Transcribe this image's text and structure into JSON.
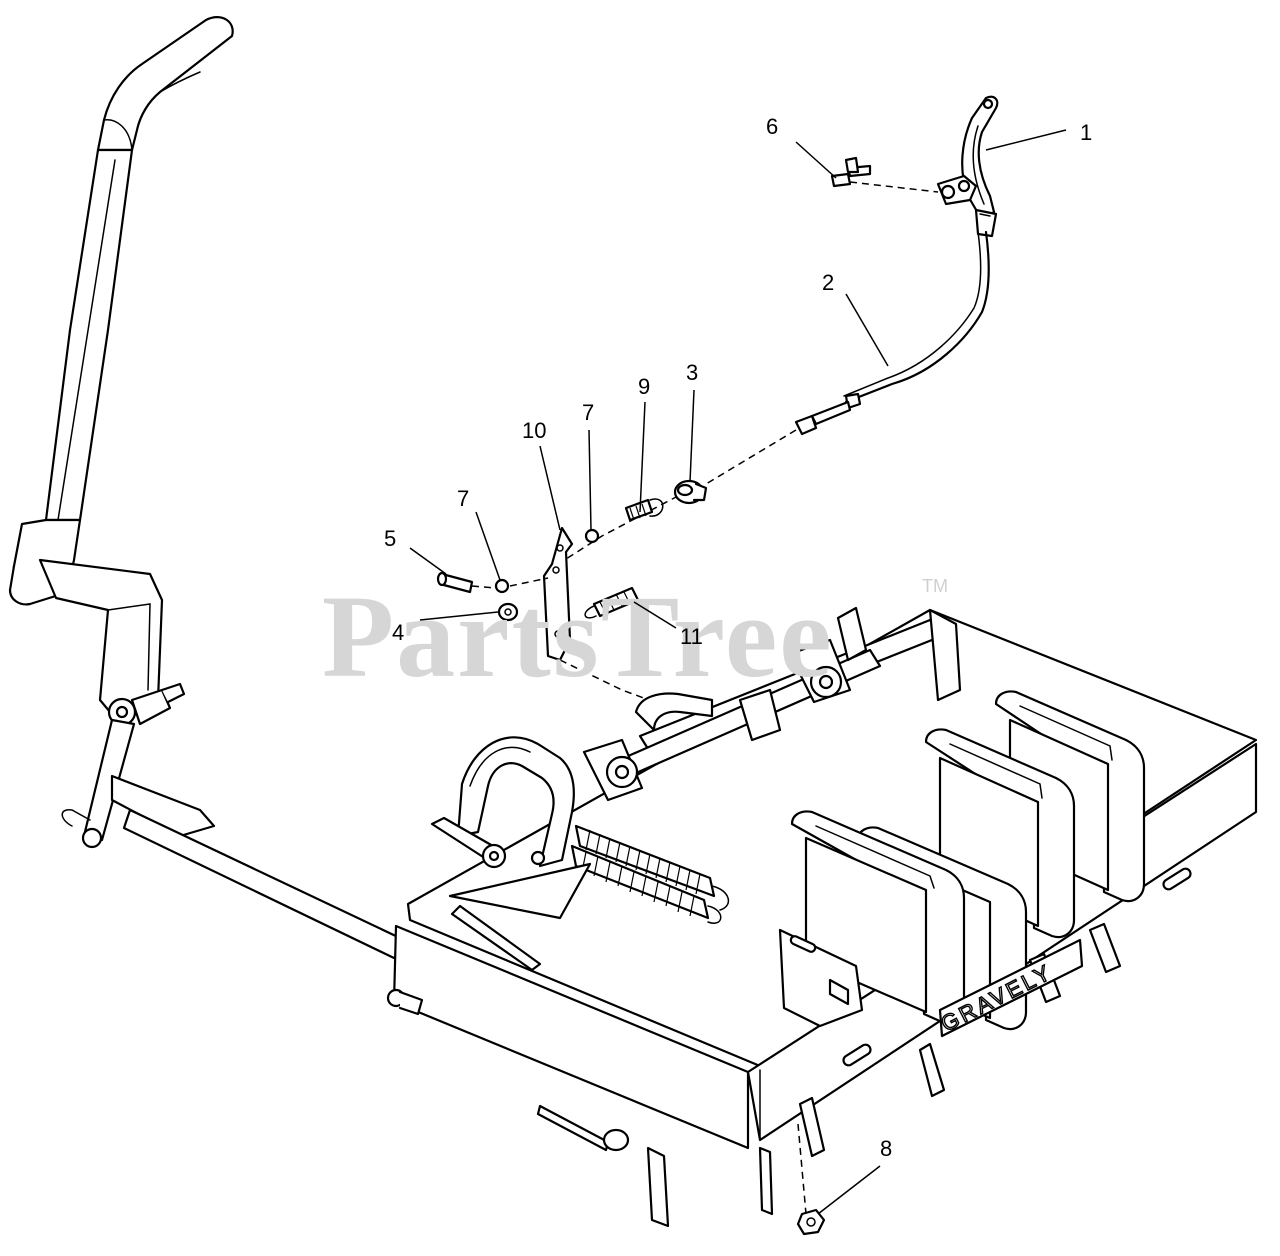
{
  "watermark": {
    "text": "PartsTree",
    "trademark": "TM"
  },
  "brand_text": "GRAVELY",
  "callouts": [
    "1",
    "2",
    "3",
    "4",
    "5",
    "6",
    "7",
    "7",
    "8",
    "9",
    "10",
    "11"
  ]
}
